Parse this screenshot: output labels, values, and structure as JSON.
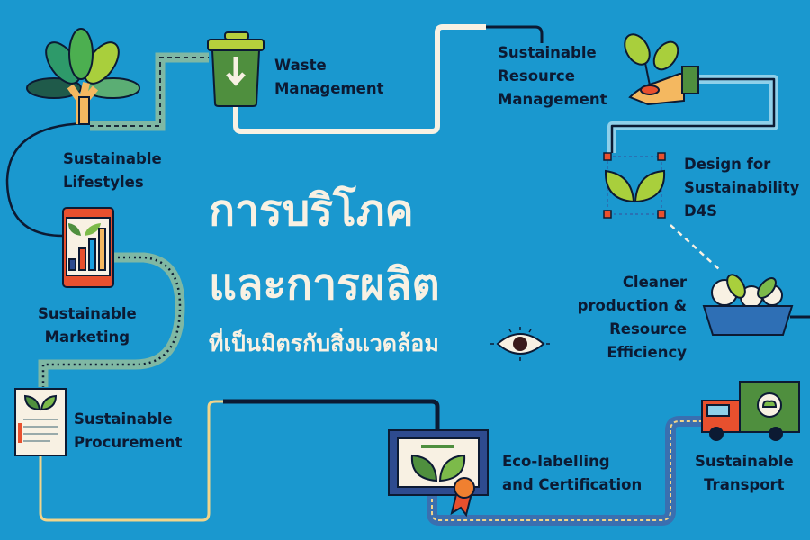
{
  "title": {
    "line1": "การบริโภค",
    "line2": "และการผลิต",
    "line3": "ที่เป็นมิตรกับสิ่งแวดล้อม"
  },
  "nodes": [
    {
      "label": "Waste\nManagement",
      "icon": "trash-bin-icon"
    },
    {
      "label": "Sustainable\nResource\nManagement",
      "icon": "hand-sprout-icon"
    },
    {
      "label": "Design for\nSustainability\nD4S",
      "icon": "leaf-selection-icon"
    },
    {
      "label": "Cleaner\nproduction &\nResource\nEfficiency",
      "icon": "bowl-icon"
    },
    {
      "label": "Sustainable\nTransport",
      "icon": "truck-icon"
    },
    {
      "label": "Eco-labelling\nand Certification",
      "icon": "certificate-icon"
    },
    {
      "label": "Sustainable\nProcurement",
      "icon": "document-icon"
    },
    {
      "label": "Sustainable\nMarketing",
      "icon": "phone-chart-icon"
    },
    {
      "label": "Sustainable\nLifestyles",
      "icon": "tree-hand-icon"
    }
  ],
  "colors": {
    "background": "#1a98cf",
    "text": "#0c1a33",
    "title": "#f8f1e3"
  }
}
